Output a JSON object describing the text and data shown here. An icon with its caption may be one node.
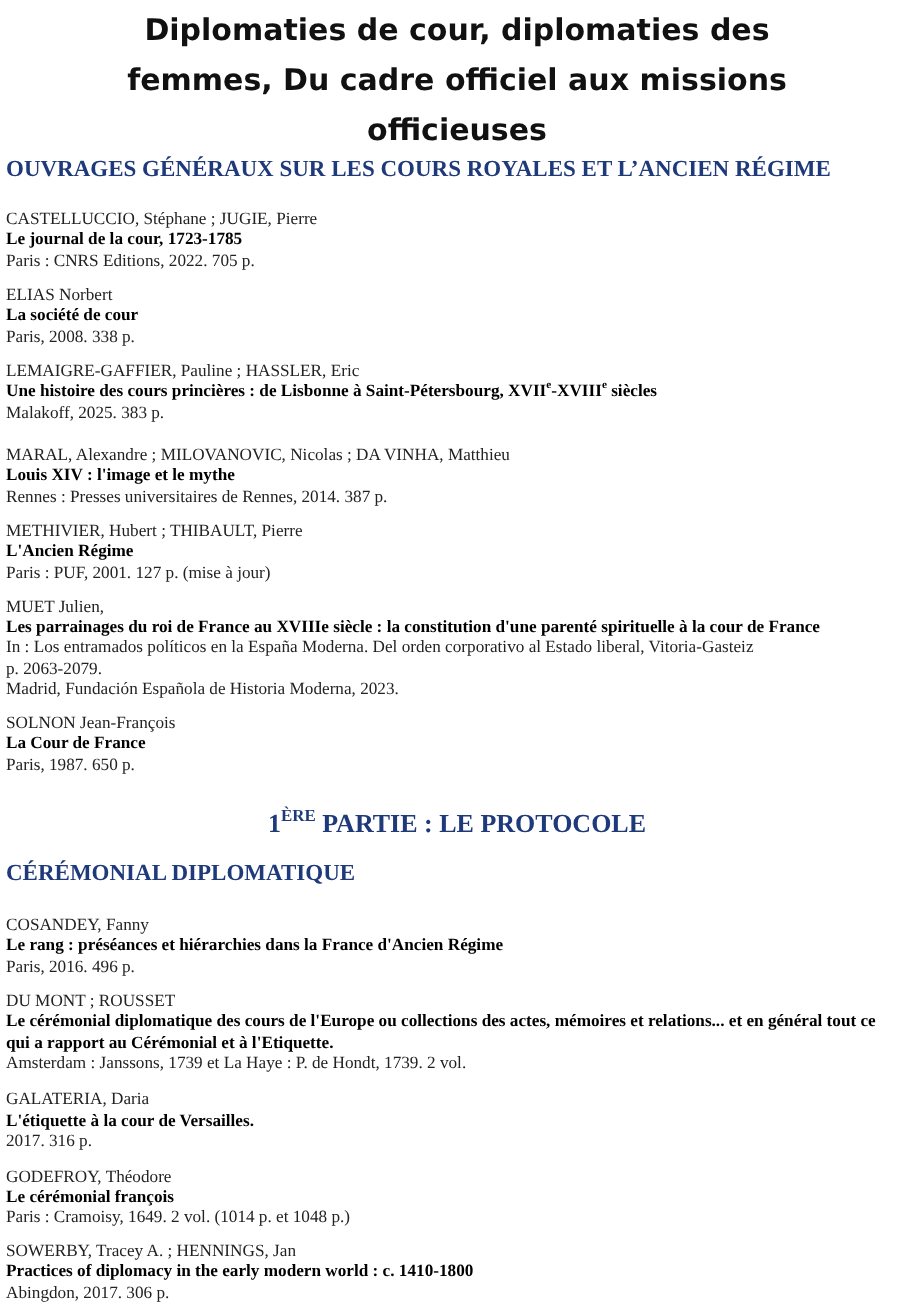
{
  "diagram": {
    "title": "Diplomaties de cour, diplomaties des femmes, Du cadre officiel aux missions officieuses",
    "labels": [
      "OUVRAGES GÉNÉRAUX SUR LES COURS ROYALES ET L’ANCIEN RÉGIME",
      "CASTELLUCCIO, Stéphane ; JUGIE, Pierre",
      "Le journal de la cour, 1723-1785",
      "Paris : CNRS Editions, 2022. 705 p.",
      "ELIAS Norbert",
      "La société de cour",
      "Paris, 2008. 338 p.",
      "LEMAIGRE-GAFFIER, Pauline ; HASSLER, Eric",
      "Une histoire des cours princières : de Lisbonne à Saint-Pétersbourg, XVII$^{e}$-XVIII$^{e}$ siècles",
      "Malakoff, 2025. 383 p.",
      "MARAL, Alexandre ; MILOVANOVIC, Nicolas ; DA VINHA, Matthieu",
      "Louis XIV : l'image et le mythe",
      "Rennes : Presses universitaires de Rennes, 2014. 387 p.",
      "METHIVIER, Hubert ; THIBAULT, Pierre",
      "L'Ancien Régime",
      "Paris : PUF, 2001. 127 p. (mise à jour)",
      "MUET Julien,",
      "Les parrainages du roi de France au XVIIIe siècle : la constitution d'une parenté spirituelle à la cour de France",
      "In : Los entramados políticos en la España Moderna. Del orden corporativo al Estado liberal, Vitoria-Gasteiz",
      "p. 2063-2079.",
      "Madrid, Fundación Española de Historia Moderna, 2023.",
      "SOLNON Jean-François",
      "La Cour de France",
      "Paris, 1987. 650 p.",
      "1$^{ÈRE}$ PARTIE : LE PROTOCOLE",
      "CÉRÉMONIAL DIPLOMATIQUE",
      "COSANDEY, Fanny",
      "Le rang : préséances et hiérarchies dans la France d'Ancien Régime",
      "Paris, 2016. 496 p.",
      "DU MONT ; ROUSSET",
      "Le cérémonial diplomatique des cours de l'Europe ou collections des actes, mémoires et relations... et en général tout ce qui a rapport au Cérémonial et à l'Etiquette.",
      "Amsterdam : Janssons, 1739 et La Haye : P. de Hondt, 1739. 2 vol.",
      "GALATERIA, Daria",
      "L'étiquette à la cour de Versailles.",
      "2017. 316 p.",
      "GODEFROY, Théodore",
      "Le cérémonial françois",
      "Paris : Cramoisy, 1649. 2 vol. (1014 p. et 1048 p.)",
      "SOWERBY, Tracey A. ; HENNINGS, Jan",
      "Practices of diplomacy in the early modern world : c. 1410-1800",
      "Abingdon, 2017. 306 p."
    ]
  }
}
